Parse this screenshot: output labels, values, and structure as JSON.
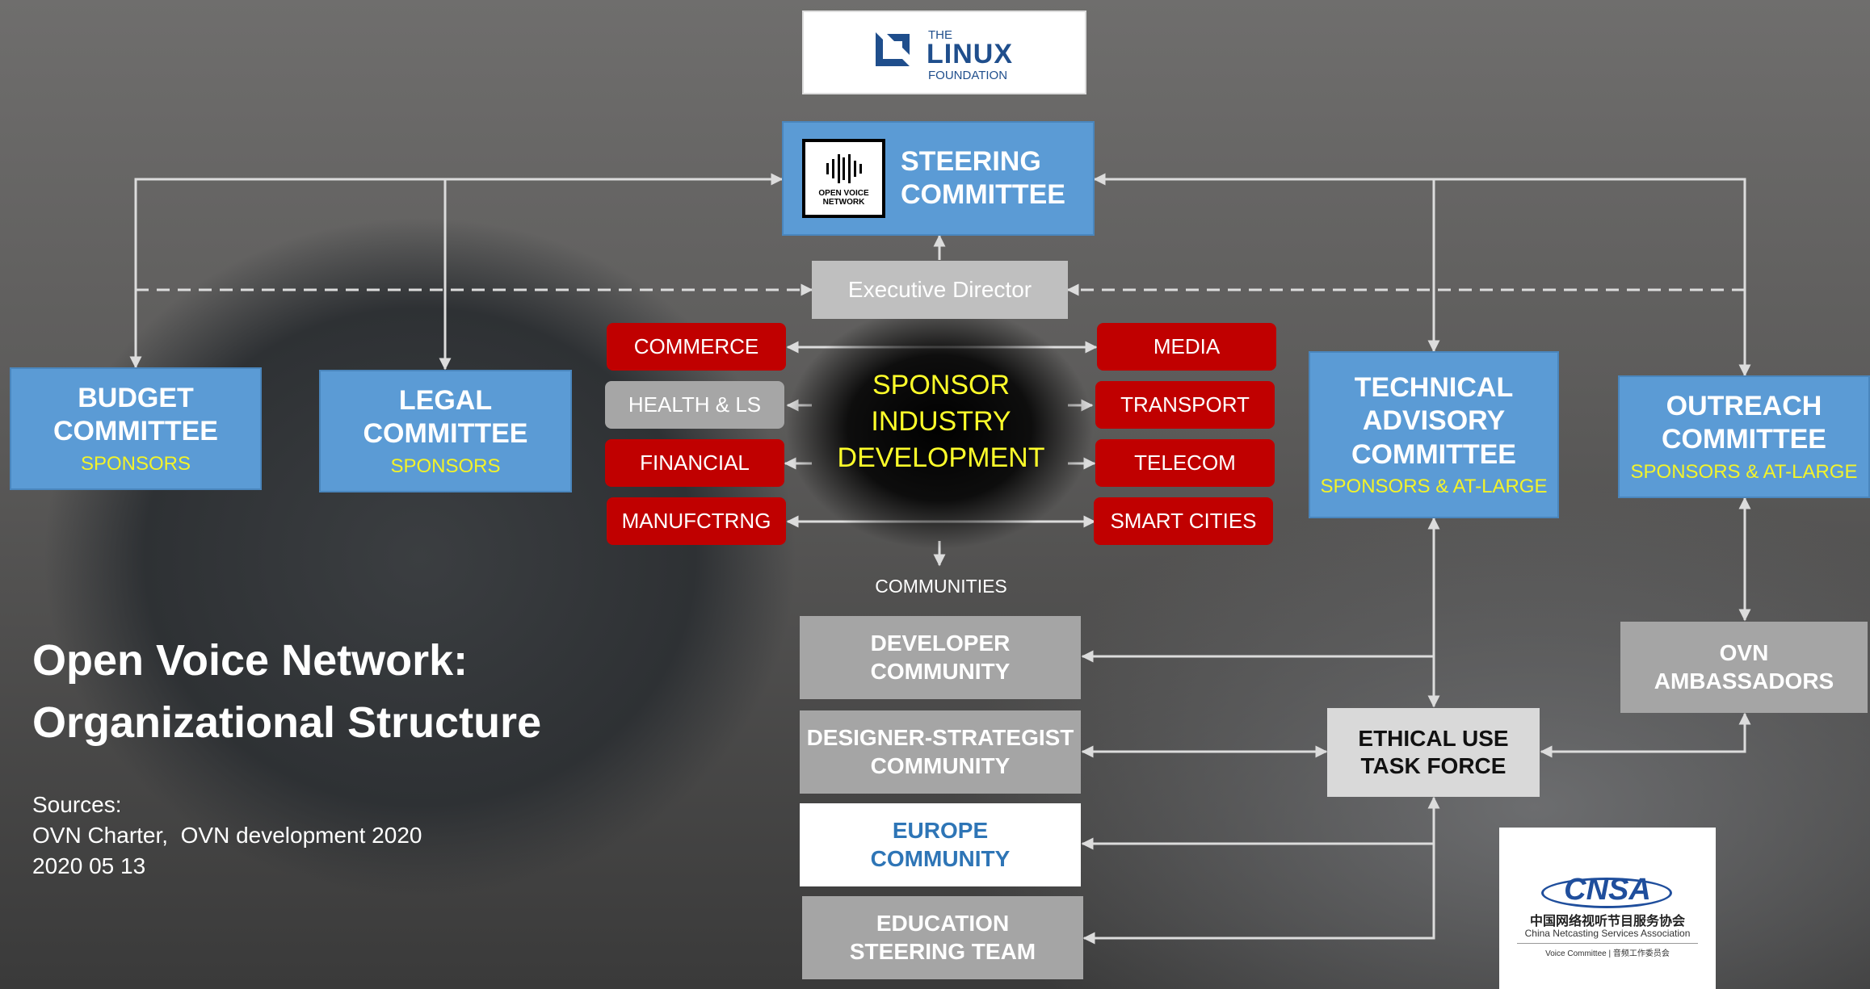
{
  "page": {
    "title_line1": "Open Voice Network:",
    "title_line2": "Organizational Structure",
    "sources_label": "Sources:",
    "sources_line1": "OVN Charter,  OVN development 2020",
    "sources_line2": "2020 05 13"
  },
  "logos": {
    "linux_foundation": {
      "the": "THE",
      "linux": "LINUX",
      "foundation": "FOUNDATION"
    },
    "ovn_logo": {
      "line1": "OPEN VOICE",
      "line2": "NETWORK"
    },
    "cnsa": {
      "name": "CNSA",
      "cn_name": "中国网络视听节目服务协会",
      "en_name": "China Netcasting Services Association",
      "committee": "Voice Committee | 音频工作委员会"
    }
  },
  "committees": {
    "steering": {
      "line1": "STEERING",
      "line2": "COMMITTEE"
    },
    "executive_director": "Executive Director",
    "budget": {
      "line1": "BUDGET",
      "line2": "COMMITTEE",
      "sub": "SPONSORS"
    },
    "legal": {
      "line1": "LEGAL",
      "line2": "COMMITTEE",
      "sub": "SPONSORS"
    },
    "technical": {
      "line1": "TECHNICAL",
      "line2": "ADVISORY",
      "line3": "COMMITTEE",
      "sub": "SPONSORS & AT-LARGE"
    },
    "outreach": {
      "line1": "OUTREACH",
      "line2": "COMMITTEE",
      "sub": "SPONSORS & AT-LARGE"
    },
    "ambassadors": {
      "line1": "OVN",
      "line2": "AMBASSADORS"
    },
    "ethical": {
      "line1": "ETHICAL USE",
      "line2": "TASK FORCE"
    }
  },
  "sponsor_development": {
    "line1": "SPONSOR",
    "line2": "INDUSTRY",
    "line3": "DEVELOPMENT",
    "left_industries": [
      "COMMERCE",
      "HEALTH & LS",
      "FINANCIAL",
      "MANUFCTRNG"
    ],
    "right_industries": [
      "MEDIA",
      "TRANSPORT",
      "TELECOM",
      "SMART CITIES"
    ]
  },
  "communities": {
    "label": "COMMUNITIES",
    "developer": {
      "line1": "DEVELOPER",
      "line2": "COMMUNITY"
    },
    "designer": {
      "line1": "DESIGNER-STRATEGIST",
      "line2": "COMMUNITY"
    },
    "europe": {
      "line1": "EUROPE",
      "line2": "COMMUNITY"
    },
    "education": {
      "line1": "EDUCATION",
      "line2": "STEERING TEAM"
    }
  },
  "colors": {
    "committee_blue": "#5b9bd5",
    "industry_red": "#c00000",
    "subtitle_yellow": "#f3f32a",
    "community_grey": "#a5a5a5",
    "europe_text_blue": "#2e75b6"
  }
}
